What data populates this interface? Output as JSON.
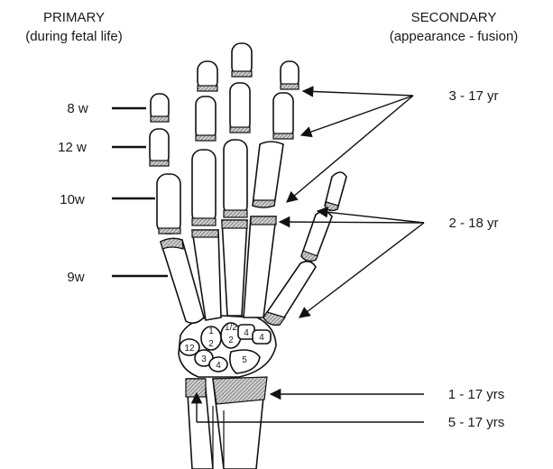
{
  "headers": {
    "primary_title": "PRIMARY",
    "primary_subtitle": "(during fetal life)",
    "secondary_title": "SECONDARY",
    "secondary_subtitle": "(appearance - fusion)"
  },
  "primary_labels": [
    "8 w",
    "12 w",
    "10w",
    "9w"
  ],
  "secondary_labels": [
    "3 - 17 yr",
    "2 - 18 yr",
    "1 - 17 yrs",
    "5 - 17 yrs"
  ],
  "carpal_numbers": [
    "12",
    "1",
    "2",
    "3",
    "4",
    "1/2",
    "2",
    "4",
    "4",
    "5"
  ],
  "colors": {
    "outline": "#111111",
    "epiphysis_hatch": "#8a8a8a",
    "background": "#ffffff"
  }
}
